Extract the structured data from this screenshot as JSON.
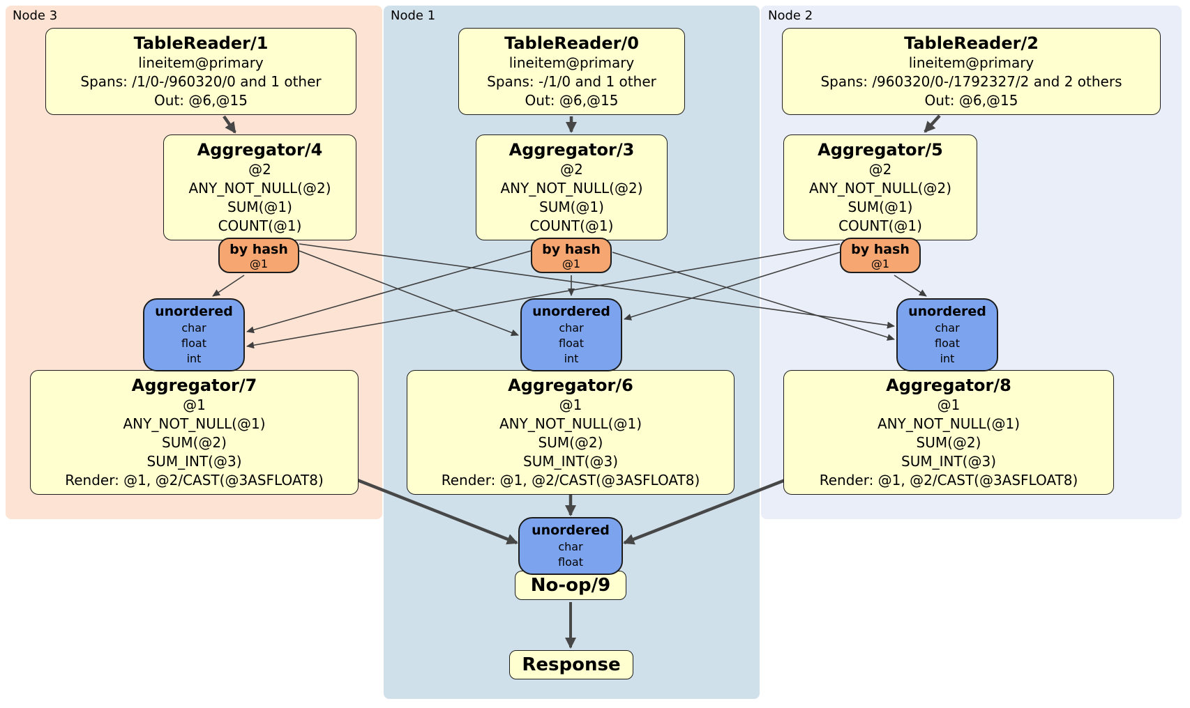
{
  "colors": {
    "panel_node3": "#fce3d3",
    "panel_node1": "#d0e0eb",
    "panel_node2": "#eaeef8",
    "processor_box": "#ffffd0",
    "hash_router_box": "#f5a671",
    "sync_box": "#7ca4ee",
    "edge": "#474747",
    "page_background": "#ffffff"
  },
  "panels": {
    "node3": {
      "label": "Node 3"
    },
    "node1": {
      "label": "Node 1"
    },
    "node2": {
      "label": "Node 2"
    }
  },
  "boxes": {
    "tr1": {
      "title": "TableReader/1",
      "lines": [
        "lineitem@primary",
        "Spans: /1/0-/960320/0 and 1 other",
        "Out: @6,@15"
      ]
    },
    "tr0": {
      "title": "TableReader/0",
      "lines": [
        "lineitem@primary",
        "Spans: -/1/0 and 1 other",
        "Out: @6,@15"
      ]
    },
    "tr2": {
      "title": "TableReader/2",
      "lines": [
        "lineitem@primary",
        "Spans: /960320/0-/1792327/2 and 2 others",
        "Out: @6,@15"
      ]
    },
    "agg4": {
      "title": "Aggregator/4",
      "lines": [
        "@2",
        "ANY_NOT_NULL(@2)",
        "SUM(@1)",
        "COUNT(@1)"
      ]
    },
    "agg3": {
      "title": "Aggregator/3",
      "lines": [
        "@2",
        "ANY_NOT_NULL(@2)",
        "SUM(@1)",
        "COUNT(@1)"
      ]
    },
    "agg5": {
      "title": "Aggregator/5",
      "lines": [
        "@2",
        "ANY_NOT_NULL(@2)",
        "SUM(@1)",
        "COUNT(@1)"
      ]
    },
    "hashL": {
      "title": "by hash",
      "lines": [
        "@1"
      ]
    },
    "hashC": {
      "title": "by hash",
      "lines": [
        "@1"
      ]
    },
    "hashR": {
      "title": "by hash",
      "lines": [
        "@1"
      ]
    },
    "syncL": {
      "title": "unordered",
      "lines": [
        "char",
        "float",
        "int"
      ]
    },
    "syncC": {
      "title": "unordered",
      "lines": [
        "char",
        "float",
        "int"
      ]
    },
    "syncR": {
      "title": "unordered",
      "lines": [
        "char",
        "float",
        "int"
      ]
    },
    "agg7": {
      "title": "Aggregator/7",
      "lines": [
        "@1",
        "ANY_NOT_NULL(@1)",
        "SUM(@2)",
        "SUM_INT(@3)",
        "Render: @1, @2/CAST(@3ASFLOAT8)"
      ]
    },
    "agg6": {
      "title": "Aggregator/6",
      "lines": [
        "@1",
        "ANY_NOT_NULL(@1)",
        "SUM(@2)",
        "SUM_INT(@3)",
        "Render: @1, @2/CAST(@3ASFLOAT8)"
      ]
    },
    "agg8": {
      "title": "Aggregator/8",
      "lines": [
        "@1",
        "ANY_NOT_NULL(@1)",
        "SUM(@2)",
        "SUM_INT(@3)",
        "Render: @1, @2/CAST(@3ASFLOAT8)"
      ]
    },
    "syncFinal": {
      "title": "unordered",
      "lines": [
        "char",
        "float"
      ]
    },
    "noop": {
      "title": "No-op/9"
    },
    "response": {
      "title": "Response"
    }
  },
  "edges": [
    {
      "from": "TableReader/1",
      "to": "Aggregator/4",
      "style": "thick"
    },
    {
      "from": "TableReader/0",
      "to": "Aggregator/3",
      "style": "thick"
    },
    {
      "from": "TableReader/2",
      "to": "Aggregator/5",
      "style": "thick"
    },
    {
      "from": "by hash (Node 3)",
      "to": "unordered (Node 3)",
      "style": "thin"
    },
    {
      "from": "by hash (Node 3)",
      "to": "unordered (Node 1)",
      "style": "thin"
    },
    {
      "from": "by hash (Node 3)",
      "to": "unordered (Node 2)",
      "style": "thin"
    },
    {
      "from": "by hash (Node 1)",
      "to": "unordered (Node 3)",
      "style": "thin"
    },
    {
      "from": "by hash (Node 1)",
      "to": "unordered (Node 1)",
      "style": "thin"
    },
    {
      "from": "by hash (Node 1)",
      "to": "unordered (Node 2)",
      "style": "thin"
    },
    {
      "from": "by hash (Node 2)",
      "to": "unordered (Node 3)",
      "style": "thin"
    },
    {
      "from": "by hash (Node 2)",
      "to": "unordered (Node 1)",
      "style": "thin"
    },
    {
      "from": "by hash (Node 2)",
      "to": "unordered (Node 2)",
      "style": "thin"
    },
    {
      "from": "Aggregator/7",
      "to": "unordered (final)",
      "style": "thick"
    },
    {
      "from": "Aggregator/6",
      "to": "unordered (final)",
      "style": "thick"
    },
    {
      "from": "Aggregator/8",
      "to": "unordered (final)",
      "style": "thick"
    },
    {
      "from": "No-op/9",
      "to": "Response",
      "style": "thick"
    }
  ]
}
